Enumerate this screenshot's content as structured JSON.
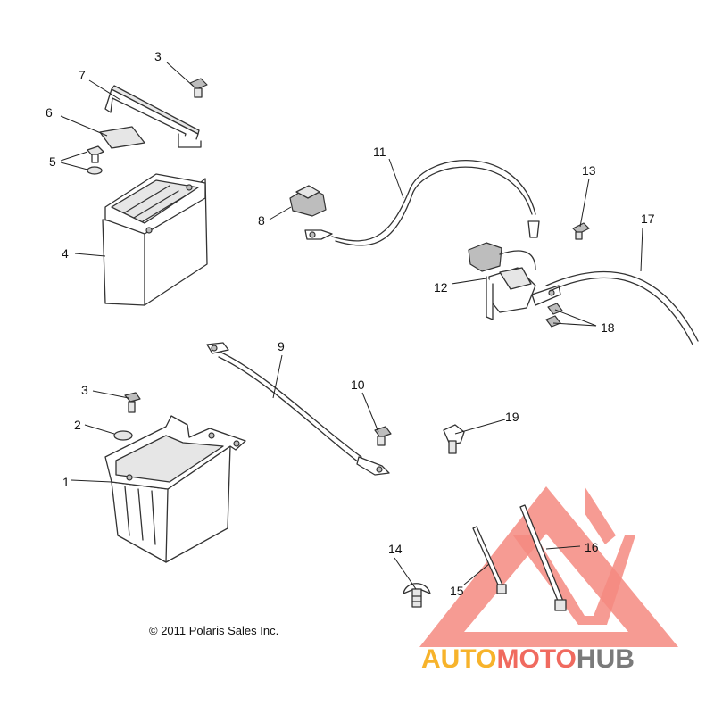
{
  "copyright": "© 2011 Polaris Sales Inc.",
  "callouts": [
    "1",
    "2",
    "3",
    "3",
    "4",
    "5",
    "6",
    "7",
    "8",
    "9",
    "10",
    "11",
    "12",
    "13",
    "14",
    "15",
    "16",
    "17",
    "18",
    "19"
  ],
  "watermark": {
    "part1": "AUTO",
    "part2": "MOTO",
    "part3": "HUB",
    "colors": {
      "accent": "#f7b32b",
      "red": "#f06a5f",
      "gray": "#7a7a7a"
    }
  }
}
